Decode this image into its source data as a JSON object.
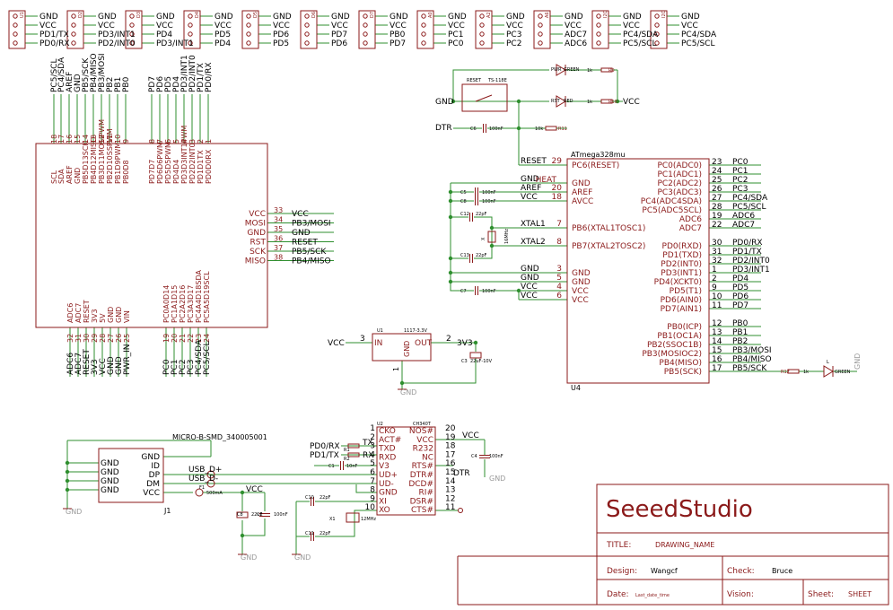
{
  "headers": [
    {
      "ref": "U1",
      "lines": [
        "GND",
        "VCC",
        "PD1/TX",
        "PD0/RX"
      ]
    },
    {
      "ref": "D2",
      "lines": [
        "GND",
        "VCC",
        "PD3/INT1",
        "PD2/INT0"
      ]
    },
    {
      "ref": "D3",
      "lines": [
        "GND",
        "VCC",
        "PD4",
        "PD3/INT1"
      ]
    },
    {
      "ref": "D4",
      "lines": [
        "GND",
        "VCC",
        "PD5",
        "PD4"
      ]
    },
    {
      "ref": "D5",
      "lines": [
        "GND",
        "VCC",
        "PD6",
        "PD5"
      ]
    },
    {
      "ref": "D6",
      "lines": [
        "GND",
        "VCC",
        "PD7",
        "PD6"
      ]
    },
    {
      "ref": "D7",
      "lines": [
        "GND",
        "VCC",
        "PB0",
        "PD7"
      ]
    },
    {
      "ref": "A0",
      "lines": [
        "GND",
        "VCC",
        "PC1",
        "PC0"
      ]
    },
    {
      "ref": "A2",
      "lines": [
        "GND",
        "VCC",
        "PC3",
        "PC2"
      ]
    },
    {
      "ref": "A6",
      "lines": [
        "GND",
        "VCC",
        "ADC7",
        "ADC6"
      ]
    },
    {
      "ref": "I2C",
      "lines": [
        "GND",
        "VCC",
        "PC4/SDA",
        "PC5/SCL"
      ]
    },
    {
      "ref": "I2C",
      "lines": [
        "GND",
        "VCC",
        "PC4/SDA",
        "PC5/SCL"
      ]
    }
  ],
  "board": {
    "top_nets": [
      "PC5/SCL",
      "PC4/SDA",
      "AREF",
      "GND",
      "PB5/SCK",
      "PB4/MISO",
      "PB3/MOSI",
      "PB2",
      "PB1",
      "PB0",
      "",
      "PD7",
      "PD6",
      "PD5",
      "PD4",
      "PD3/INT1",
      "PD2/INT0",
      "PD1/TX",
      "PD0/RX"
    ],
    "top_nums": [
      "18",
      "17",
      "16",
      "15",
      "14",
      "13",
      "12",
      "11",
      "10",
      "9",
      "",
      "8",
      "7",
      "6",
      "5",
      "4",
      "3",
      "2",
      "1"
    ],
    "top_inner": [
      "SCL",
      "SDA",
      "AREF",
      "GND",
      "PB5D13SCK",
      "PB4D12MISO",
      "PB3D11MOSIPWM",
      "PB2D10SSPWM",
      "PB1D9PWM",
      "PB0D8",
      "",
      "PD7D7",
      "PD6D6PWM",
      "PD5D5PWM",
      "PD4D4",
      "PD3D3INT1PWM",
      "PD2D2INT0",
      "PD1D1TX",
      "PD0D0RX"
    ],
    "right_pins": [
      {
        "label": "VCC",
        "num": "33",
        "net": "VCC"
      },
      {
        "label": "MOSI",
        "num": "34",
        "net": "PB3/MOSI"
      },
      {
        "label": "GND",
        "num": "35",
        "net": "GND"
      },
      {
        "label": "RST",
        "num": "36",
        "net": "RESET"
      },
      {
        "label": "SCK",
        "num": "37",
        "net": "PB5/SCK"
      },
      {
        "label": "MISO",
        "num": "38",
        "net": "PB4/MISO"
      }
    ],
    "bottom_nums": [
      "32",
      "31",
      "30",
      "29",
      "28",
      "27",
      "26",
      "25",
      "",
      "19",
      "20",
      "21",
      "22",
      "23",
      "24"
    ],
    "bottom_inner": [
      "ADC6",
      "ADC7",
      "RESET",
      "3V3",
      "5V",
      "GND",
      "GND",
      "VIN",
      "",
      "PC0A0D14",
      "PC1A1D15",
      "PC2A2D16",
      "PC3A3D17",
      "PC4A4D18SDA",
      "PC5A5D19SCL"
    ],
    "bottom_nets": [
      "ADC6",
      "ADC7",
      "RESET",
      "3V3",
      "VCC",
      "GND",
      "GND",
      "PWR_IN",
      "",
      "PC0",
      "PC1",
      "PC2",
      "PC3",
      "PC4/SDA",
      "PC5/SCL"
    ]
  },
  "mcu": {
    "name": "ATmega328mu",
    "ref": "U4",
    "left_pins": [
      {
        "net": "RESET",
        "num": "29",
        "label": "PC6(RESET)"
      },
      {
        "net": "GND",
        "num": "",
        "label": "GND"
      },
      {
        "net": "AREF",
        "num": "20",
        "label": "AREF"
      },
      {
        "net": "VCC",
        "num": "18",
        "label": "AVCC"
      },
      {
        "net": "XTAL1",
        "num": "7",
        "label": "PB6(XTAL1TOSC1)"
      },
      {
        "net": "XTAL2",
        "num": "8",
        "label": "PB7(XTAL2TOSC2)"
      },
      {
        "net": "GND",
        "num": "3",
        "label": "GND"
      },
      {
        "net": "GND",
        "num": "5",
        "label": "GND"
      },
      {
        "net": "VCC",
        "num": "4",
        "label": "VCC"
      },
      {
        "net": "VCC",
        "num": "6",
        "label": "VCC"
      }
    ],
    "heat_label": "HEAT",
    "right_pins": [
      {
        "label": "PC0(ADC0)",
        "num": "23",
        "net": "PC0"
      },
      {
        "label": "PC1(ADC1)",
        "num": "24",
        "net": "PC1"
      },
      {
        "label": "PC2(ADC2)",
        "num": "25",
        "net": "PC2"
      },
      {
        "label": "PC3(ADC3)",
        "num": "26",
        "net": "PC3"
      },
      {
        "label": "PC4(ADC4SDA)",
        "num": "27",
        "net": "PC4/SDA"
      },
      {
        "label": "PC5(ADC5SCL)",
        "num": "28",
        "net": "PC5/SCL"
      },
      {
        "label": "ADC6",
        "num": "19",
        "net": "ADC6"
      },
      {
        "label": "ADC7",
        "num": "22",
        "net": "ADC7"
      },
      {
        "label": "PD0(RXD)",
        "num": "30",
        "net": "PD0/RX"
      },
      {
        "label": "PD1(TXD)",
        "num": "31",
        "net": "PD1/TX"
      },
      {
        "label": "PD2(INT0)",
        "num": "32",
        "net": "PD2/INT0"
      },
      {
        "label": "PD3(INT1)",
        "num": "1",
        "net": "PD3/INT1"
      },
      {
        "label": "PD4(XCKT0)",
        "num": "2",
        "net": "PD4"
      },
      {
        "label": "PD5(T1)",
        "num": "9",
        "net": "PD5"
      },
      {
        "label": "PD6(AIN0)",
        "num": "10",
        "net": "PD6"
      },
      {
        "label": "PD7(AIN1)",
        "num": "11",
        "net": "PD7"
      },
      {
        "label": "PB0(ICP)",
        "num": "12",
        "net": "PB0"
      },
      {
        "label": "PB1(OC1A)",
        "num": "13",
        "net": "PB1"
      },
      {
        "label": "PB2(SSOC1B)",
        "num": "14",
        "net": "PB2"
      },
      {
        "label": "PB3(MOSIOC2)",
        "num": "15",
        "net": "PB3/MOSI"
      },
      {
        "label": "PB4(MISO)",
        "num": "16",
        "net": "PB4/MISO"
      },
      {
        "label": "PB5(SCK)",
        "num": "17",
        "net": "PB5/SCK"
      }
    ]
  },
  "reset_area": {
    "gnd": "GND",
    "vcc": "VCC",
    "dtr": "DTR",
    "reset_btn": "RESET",
    "sw": "TS-118E",
    "pwr_led": "PWR",
    "pwr_color": "GREEN",
    "r9_val": "1k",
    "r9": "R9",
    "rst_led": "RST",
    "rst_color": "RED",
    "r10_val": "1k",
    "r10": "R10",
    "c6": "C6",
    "c6_val": "100nF",
    "r11_val": "10k",
    "r11": "R11"
  },
  "mcu_caps": {
    "c5": "C5",
    "c5_val": "100nF",
    "c8": "C8",
    "c8_val": "100nF",
    "c12": "C12",
    "c12_val": "22pF",
    "c13": "C13",
    "c13_val": "22pF",
    "c7": "C7",
    "c7_val": "100nF",
    "x": "X",
    "freq": "16MHz"
  },
  "led13": {
    "r": "R12",
    "rv": "1k",
    "led": "L",
    "color": "GREEN",
    "gnd": "GND"
  },
  "regulator": {
    "ref": "U1",
    "part": "1117-3.3V",
    "in_num": "3",
    "in": "IN",
    "out": "OUT",
    "out_num": "2",
    "gnd": "GND",
    "gnd_num": "1",
    "vin": "VCC",
    "vout": "3V3",
    "cap": "C3",
    "cap_val": "22uF-10V",
    "ground": "GND"
  },
  "usb": {
    "title": "MICRO-B-SMD_340005001",
    "ref": "J1",
    "left": [
      "GND",
      "GND",
      "GND",
      "GND"
    ],
    "pins": [
      "GND",
      "ID",
      "DP",
      "DM",
      "VCC"
    ],
    "usb_dp": "USB_D+",
    "usb_dm": "USB_D-",
    "fuse": "F1",
    "fuse_val": "500mA",
    "vcc": "VCC",
    "c_big": "C8",
    "c_big_val": "22uF",
    "c_small": "C2",
    "c_small_val": "100nF",
    "ground": "GND",
    "ground2": "GND"
  },
  "ch340": {
    "ref": "U2",
    "part": "CH340T",
    "left_nums": [
      "1",
      "2",
      "3",
      "4",
      "5",
      "6",
      "7",
      "8",
      "9",
      "10"
    ],
    "left_labels": [
      "CKO",
      "ACT#",
      "TXD",
      "RXD",
      "V3",
      "UD+",
      "UD-",
      "GND",
      "XI",
      "XO"
    ],
    "right_nums": [
      "20",
      "19",
      "18",
      "17",
      "16",
      "15",
      "14",
      "13",
      "12",
      "11"
    ],
    "right_labels": [
      "NOS#",
      "VCC",
      "R232",
      "NC",
      "RTS#",
      "DTR#",
      "DCD#",
      "RI#",
      "DSR#",
      "CTS#"
    ],
    "rx_net": "PD0/RX",
    "tx_net": "PD1/TX",
    "tx": "TX",
    "rx": "RX",
    "r1": "R1",
    "r2": "R2",
    "c1": "C1",
    "c1_val": "10nF",
    "c4": "C4",
    "c4_val": "100nF",
    "vcc": "VCC",
    "dtr": "DTR",
    "c10": "C10",
    "c10_val": "22pF",
    "c11": "C11",
    "c11_val": "22pF",
    "x1": "X1",
    "x1_val": "12MHz",
    "ground": "GND"
  },
  "titleblock": {
    "company": "SeeedStudio",
    "title_label": "TITLE:",
    "title_value": "DRAWING_NAME",
    "design_label": "Design:",
    "design_value": "Wangcf",
    "check_label": "Check:",
    "check_value": "Bruce",
    "date_label": "Date:",
    "date_value": "Last_date_time",
    "vision_label": "Vision:",
    "sheet_label": "Sheet:",
    "sheet_value": "SHEET"
  },
  "colors": {
    "wire": "#2f8f2f",
    "part": "#8b1a1a",
    "text": "#000000",
    "ground": "#9a9a9a"
  }
}
